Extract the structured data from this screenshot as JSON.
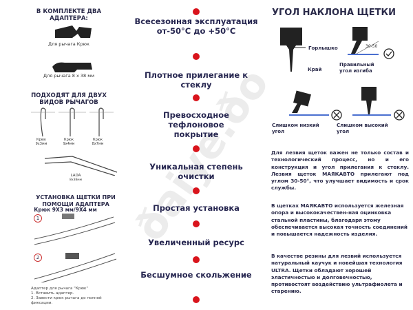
{
  "left": {
    "kit_title": "В КОМПЛЕКТЕ ДВА АДАПТЕРА:",
    "adapter1": "Для рычага Крюк",
    "adapter2": "Для рычага 8 х 38 мм",
    "fit_title": "ПОДХОДЯТ ДЛЯ ДВУХ ВИДОВ РЫЧАГОВ",
    "hooks": [
      "Крюк 9x3мм",
      "Крюк 9x4мм",
      "Крюк 8x7мм"
    ],
    "lada": "LADA",
    "lada_size": "8x38мм",
    "install_title": "УСТАНОВКА ЩЕТКИ ПРИ ПОМОЩИ АДАПТЕРА",
    "install_sub": "Крюк 9Х3 мм/9Х4 мм",
    "steps": [
      "1",
      "2"
    ],
    "notes": [
      "Адаптер для рычага \"Крюк\"",
      "1. Вставить адаптер.",
      "2. Завести крюк рычага до полной фиксации."
    ]
  },
  "features": [
    "Всесезонная эксплуатация от-50°C до +50°C",
    "Плотное прилегание к стеклу",
    "Превосходное тефлоновое покрытие",
    "Уникальная степень очистки",
    "Простая установка",
    "Увеличенный ресурс",
    "Бесшумное скольжение"
  ],
  "right": {
    "title": "УГОЛ НАКЛОНА ЩЕТКИ",
    "neck": "Горлышко",
    "edge": "Край",
    "angle": "30-50",
    "correct": "Правильный угол изгиба",
    "too_low": "Слишком низкий угол",
    "too_high": "Слишком высокий угол",
    "paragraphs": [
      "Для лезвия щеток важен не только состав и технологический процесс, но и его конструкция и угол прилегания к стеклу. Лезвия щеток МАЯКАВТО прилегают под углом 30-50°, что улучшает видимость и срок службы.",
      "В щетках МАЯКАВТО используется железная опора и высококачествен-ная оцинковка стальной пластины, благодаря этому обеспечивается высокая точность соединений и повышается надежность изделия.",
      "В качестве резины для лезвий используется натуральный каучук и новейшая технология ULTRA. Щетки обладают хорошей эластичностью и долговечностью, противостоят воздействию ультрафиолета и старению."
    ]
  },
  "watermark": "ðaiye.ðo",
  "colors": {
    "accent": "#d9141c",
    "line": "#4a6fd0",
    "text": "#2b2b4a"
  }
}
